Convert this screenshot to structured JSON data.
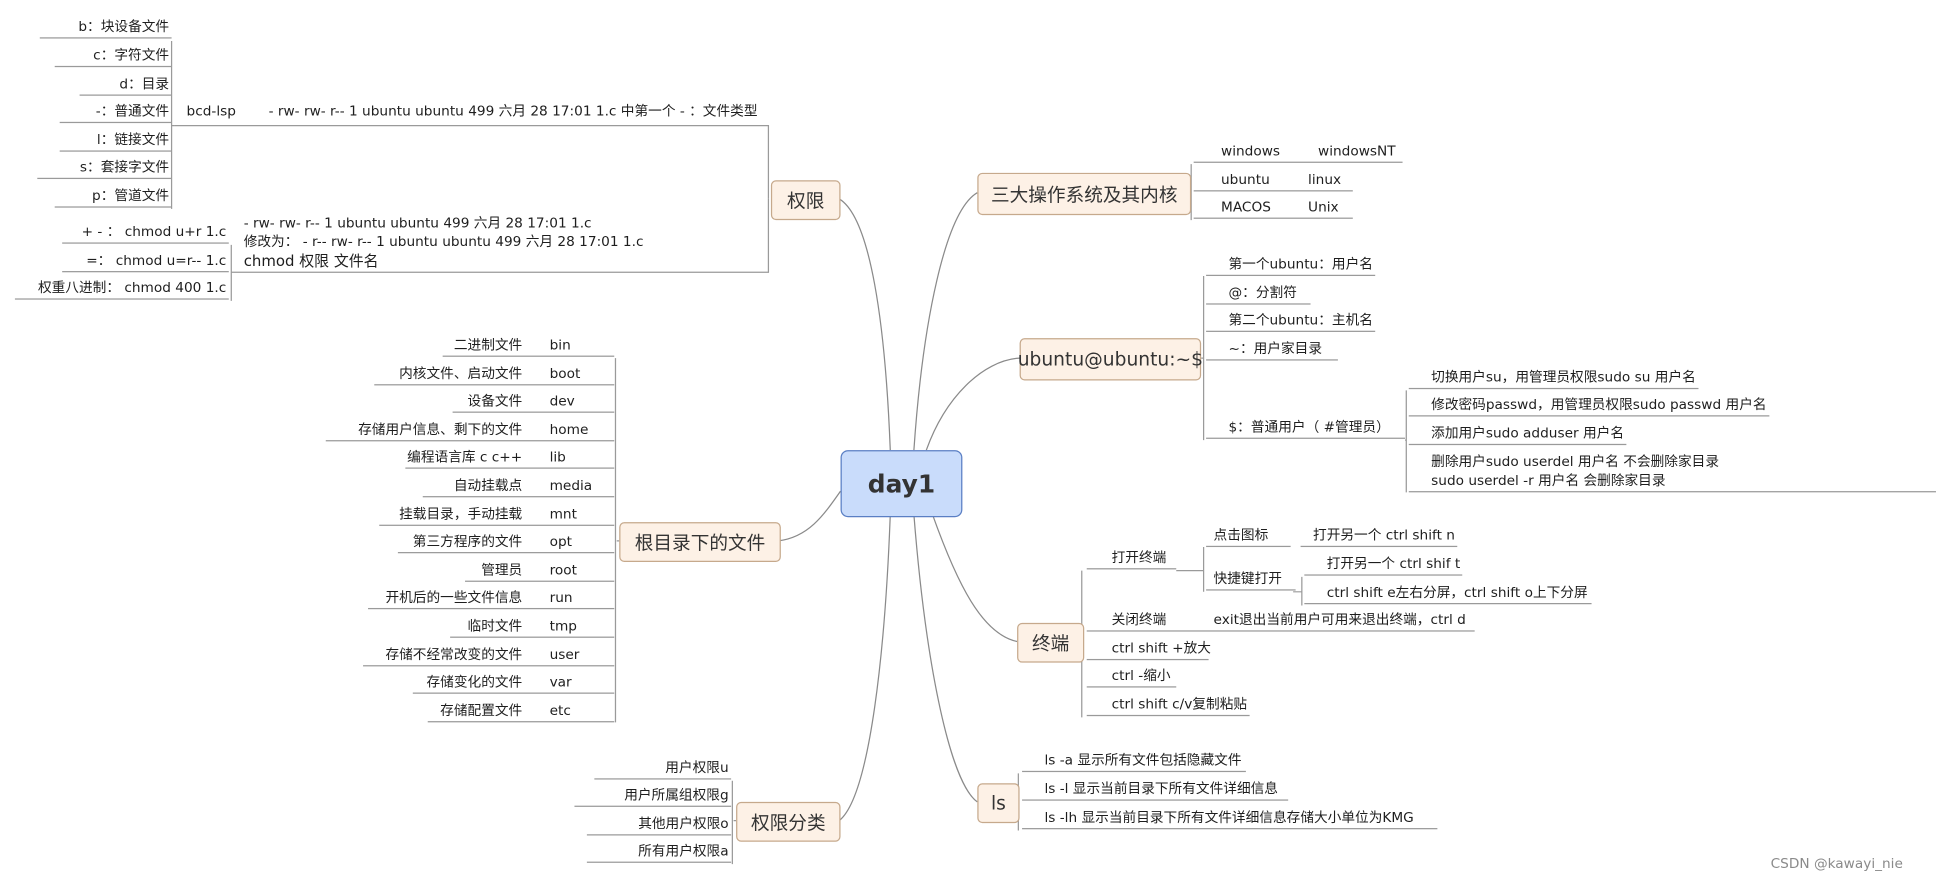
{
  "center": "day1",
  "perm": {
    "title": "权限",
    "types": [
      "b：块设备文件",
      "c：字符文件",
      "d：目录",
      "-：普通文件",
      "l：链接文件",
      "s：套接字文件",
      "p：管道文件"
    ],
    "bcd": "bcd-lsp",
    "type_line": "-  rw-  rw-  r-- 1 ubuntu ubuntu  499 六月 28 17:01  1.c  中第一个 - ：文件类型",
    "chmod_line1": "-  rw-  rw-  r-- 1 ubuntu ubuntu  499 六月 28 17:01  1.c",
    "chmod_line2": "修改为：  -  r--  rw-  r-- 1 ubuntu ubuntu  499 六月 28 17:01  1.c",
    "chmod_line3": "chmod 权限 文件名",
    "chmod_plus": "+ - ：  chmod u+r 1.c",
    "chmod_eq": "=：  chmod u=r-- 1.c",
    "chmod_oct": "权重八进制：  chmod 400 1.c"
  },
  "root": {
    "title": "根目录下的文件",
    "rows": [
      {
        "desc": "二进制文件",
        "dir": "bin"
      },
      {
        "desc": "内核文件、启动文件",
        "dir": "boot"
      },
      {
        "desc": "设备文件",
        "dir": "dev"
      },
      {
        "desc": "存储用户信息、剩下的文件",
        "dir": "home"
      },
      {
        "desc": "编程语言库  c c++",
        "dir": "lib"
      },
      {
        "desc": "自动挂载点",
        "dir": "media"
      },
      {
        "desc": "挂载目录，手动挂载",
        "dir": "mnt"
      },
      {
        "desc": "第三方程序的文件",
        "dir": "opt"
      },
      {
        "desc": "管理员",
        "dir": "root"
      },
      {
        "desc": "开机后的一些文件信息",
        "dir": "run"
      },
      {
        "desc": "临时文件",
        "dir": "tmp"
      },
      {
        "desc": "存储不经常改变的文件",
        "dir": "user"
      },
      {
        "desc": "存储变化的文件",
        "dir": "var"
      },
      {
        "desc": "存储配置文件",
        "dir": "etc"
      }
    ]
  },
  "permcat": {
    "title": "权限分类",
    "items": [
      "用户权限u",
      "用户所属组权限g",
      "其他用户权限o",
      "所有用户权限a"
    ]
  },
  "os": {
    "title": "三大操作系统及其内核",
    "rows": [
      {
        "os": "windows",
        "kernel": "windowsNT"
      },
      {
        "os": "ubuntu",
        "kernel": "linux"
      },
      {
        "os": "MACOS",
        "kernel": "Unix"
      }
    ]
  },
  "prompt": {
    "title": "ubuntu@ubuntu:~$",
    "items": [
      "第一个ubuntu：用户名",
      "@：分割符",
      "第二个ubuntu：主机名",
      "~：用户家目录"
    ],
    "dollar": "$：普通用户（ #管理员）",
    "dollar_items": [
      "切换用户su，用管理员权限sudo su 用户名",
      "修改密码passwd，用管理员权限sudo passwd 用户名",
      "添加用户sudo adduser 用户名"
    ],
    "delete1": "删除用户sudo userdel 用户名 不会删除家目录",
    "delete2": "sudo userdel -r 用户名 会删除家目录"
  },
  "terminal": {
    "title": "终端",
    "open": "打开终端",
    "click_icon": "点击图标",
    "open_another_n": "打开另一个 ctrl shift n",
    "shortcut": "快捷键打开",
    "open_another_t": "打开另一个 ctrl shif t",
    "split": "ctrl shift e左右分屏，ctrl shift o上下分屏",
    "close": "关闭终端",
    "exit": "exit退出当前用户可用来退出终端，ctrl d",
    "zoom_in": "ctrl shift +放大",
    "zoom_out": "ctrl -缩小",
    "copy": "ctrl shift c/v复制粘贴"
  },
  "ls": {
    "title": "ls",
    "items": [
      "ls -a 显示所有文件包括隐藏文件",
      "ls -l 显示当前目录下所有文件详细信息",
      "ls -lh 显示当前目录下所有文件详细信息存储大小单位为KMG"
    ]
  },
  "watermark": "CSDN @kawayi_nie"
}
